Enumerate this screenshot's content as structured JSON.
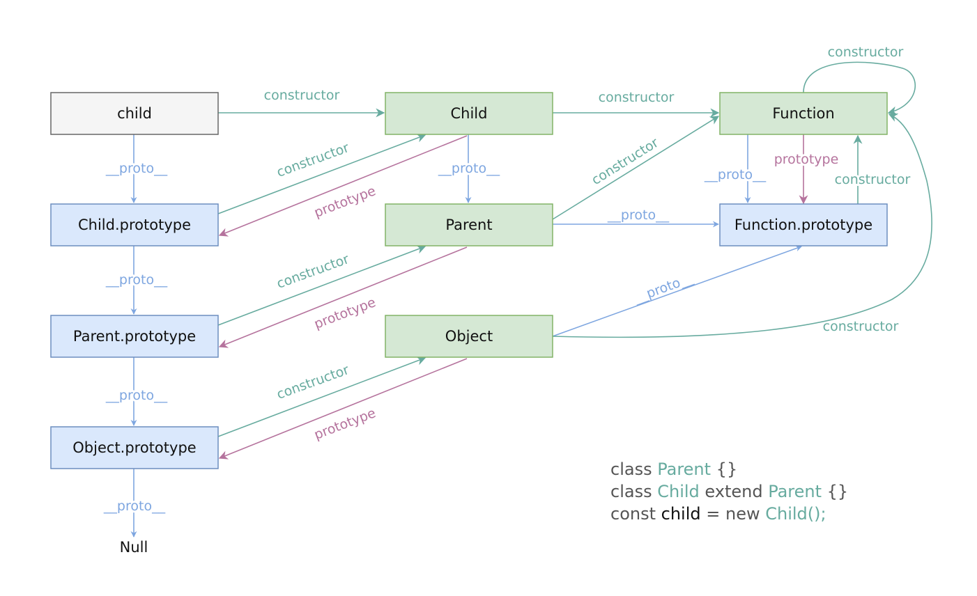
{
  "nodes": {
    "child": "child",
    "child_ctor": "Child",
    "function": "Function",
    "child_prototype": "Child.prototype",
    "parent": "Parent",
    "function_prototype": "Function.prototype",
    "parent_prototype": "Parent.prototype",
    "object": "Object",
    "object_prototype": "Object.prototype",
    "null": "Null"
  },
  "labels": {
    "proto": "__proto__",
    "constructor": "constructor",
    "prototype": "prototype"
  },
  "code": {
    "line1": {
      "kw": "class ",
      "name": "Parent",
      "rest": " {}"
    },
    "line2": {
      "kw": "class ",
      "name": "Child",
      "mid": " extend ",
      "name2": "Parent",
      "rest": " {}"
    },
    "line3": {
      "kw": "const ",
      "var": "child",
      "mid": " = new ",
      "call": "Child();"
    }
  },
  "colors": {
    "grey_fill": "#f5f5f5",
    "grey_stroke": "#666666",
    "green_fill": "#d5e8d4",
    "green_stroke": "#82b366",
    "blue_fill": "#dae8fc",
    "blue_stroke": "#6c8ebf",
    "proto_edge": "#7ea6e0",
    "constructor_edge": "#67ab9f",
    "prototype_edge": "#b5739d"
  }
}
